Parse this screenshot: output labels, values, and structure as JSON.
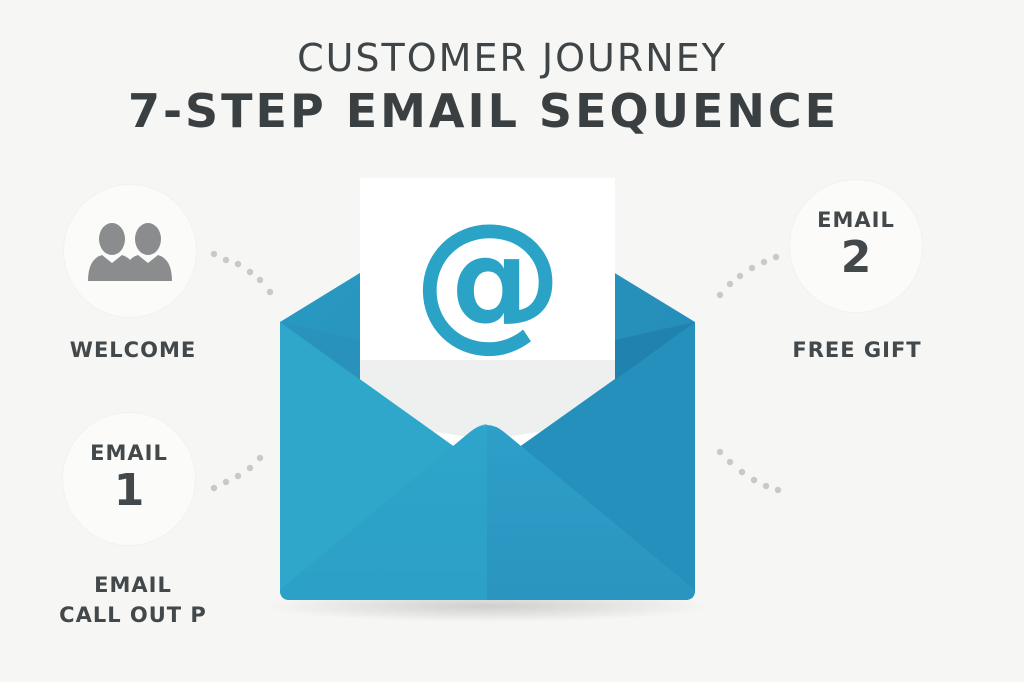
{
  "header": {
    "title_line1": "CUSTOMER JOURNEY",
    "title_line2": "7-STEP EMAIL SEQUENCE"
  },
  "steps": {
    "welcome": {
      "label": "WELCOME",
      "icon": "users-icon"
    },
    "email_1": {
      "word": "EMAIL",
      "number": "1"
    },
    "email_2": {
      "word": "EMAIL",
      "number": "2",
      "label": "FREE GIFT"
    },
    "email_callout": {
      "line1": "EMAIL",
      "line2": "CALL OUT P"
    }
  },
  "center": {
    "icon": "envelope-icon",
    "symbol": "@"
  },
  "colors": {
    "background": "#f6f6f4",
    "envelope_blue": "#2aa3c7",
    "envelope_dark": "#1f86b0",
    "text": "#3f4446",
    "person_gray": "#8a8c8d",
    "connector_dots": "#c9c9c6"
  }
}
